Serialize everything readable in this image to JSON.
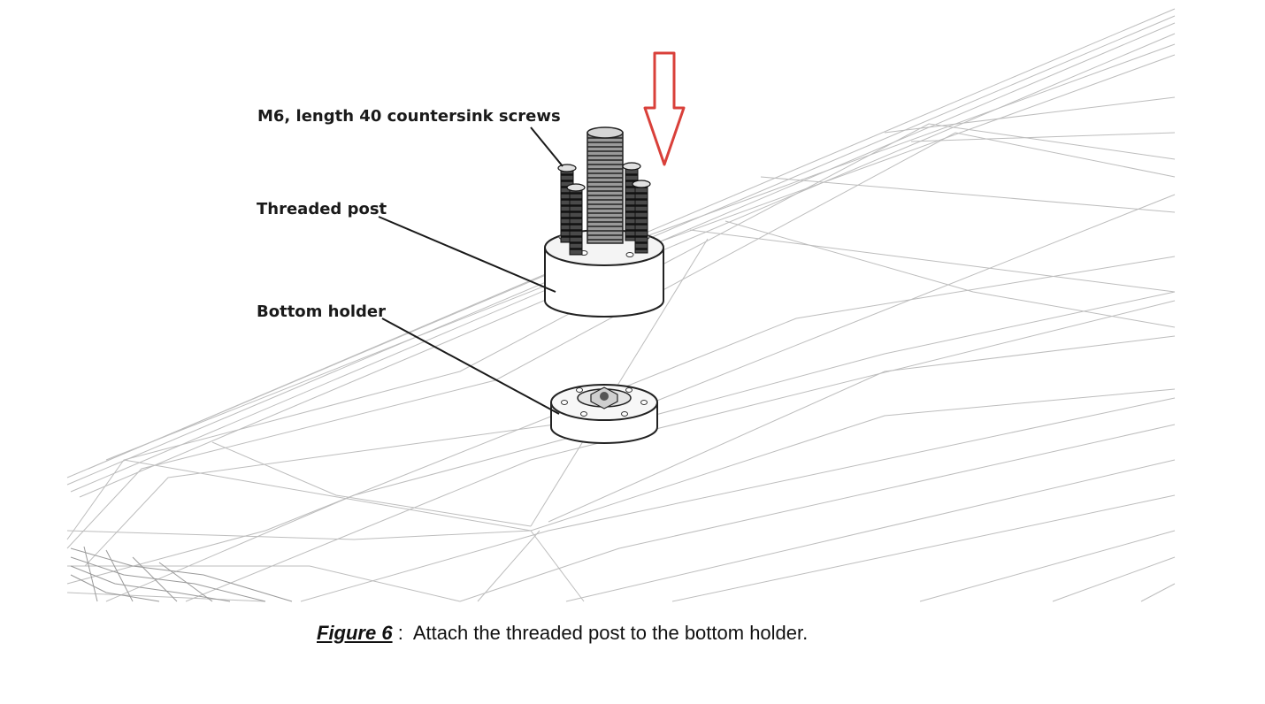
{
  "labels": {
    "screws": "M6, length 40 countersink screws",
    "post": "Threaded post",
    "holder": "Bottom holder"
  },
  "caption": {
    "figure": "Figure 6",
    "separator": " :  ",
    "text": "Attach the threaded post to the bottom holder."
  },
  "colors": {
    "arrow": "#d9403a",
    "wireframe": "#b5b5b5",
    "ink": "#1a1a1a"
  }
}
